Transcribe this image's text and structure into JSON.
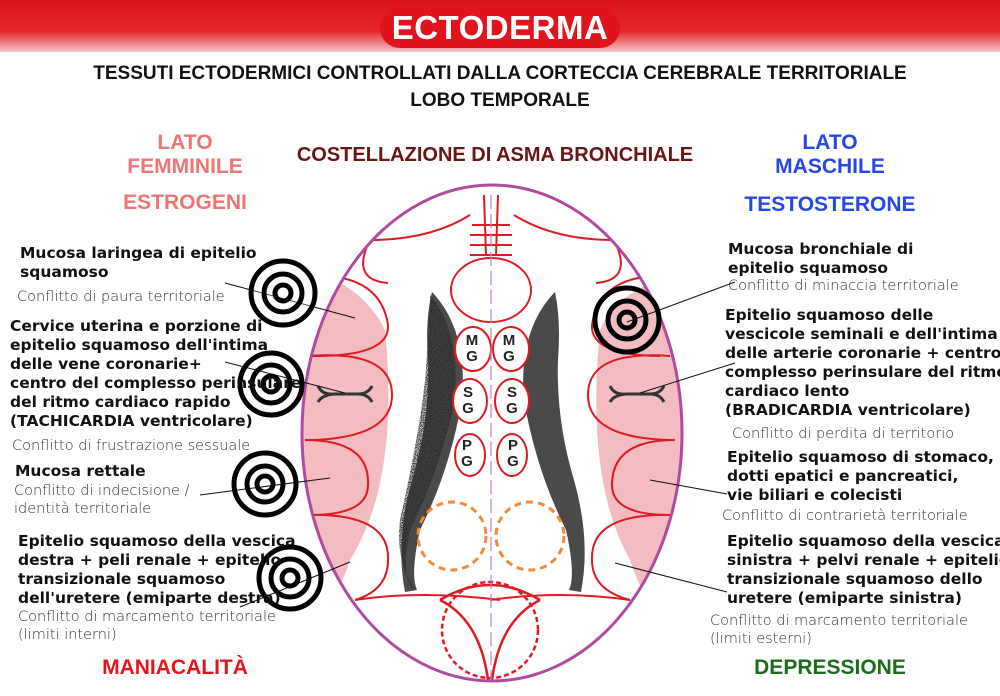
{
  "header": {
    "title": "ECTODERMA",
    "subtitle_line1": "TESSUTI ECTODERMICI CONTROLLATI DALLA CORTECCIA CEREBRALE TERRITORIALE",
    "subtitle_line2": "LOBO TEMPORALE"
  },
  "center_title": "COSTELLAZIONE DI ASMA BRONCHIALE",
  "left": {
    "side_line1": "LATO",
    "side_line2": "FEMMINILE",
    "hormone": "ESTROGENI",
    "footer": "MANIACALITÀ",
    "items": [
      {
        "tissue": "Mucosa laringea di epitelio\nsquamoso",
        "conflict": "Conflitto di paura territoriale"
      },
      {
        "tissue": "Cervice uterina e porzione di\nepitelio squamoso dell'intima\ndelle vene coronarie+\ncentro del complesso perinsulare\ndel ritmo cardiaco rapido\n(TACHICARDIA ventricolare)",
        "conflict": "Conflitto di frustrazione sessuale"
      },
      {
        "tissue": "Mucosa rettale",
        "conflict": "Conflitto di indecisione /\nidentità territoriale"
      },
      {
        "tissue": "Epitelio squamoso della vescica\ndestra + peli renale + epitelio\ntransizionale squamoso\ndell'uretere (emiparte destra)",
        "conflict": "Conflitto di marcamento territoriale\n(limiti interni)"
      }
    ]
  },
  "right": {
    "side_line1": "LATO",
    "side_line2": "MASCHILE",
    "hormone": "TESTOSTERONE",
    "footer": "DEPRESSIONE",
    "items": [
      {
        "tissue": "Mucosa bronchiale di\nepitelio squamoso",
        "conflict": "Conflitto di minaccia territoriale"
      },
      {
        "tissue": "Epitelio squamoso delle\nvescicole seminali e dell'intima\ndelle arterie coronarie + centro\ncomplesso perinsulare del ritmo\ncardiaco lento\n(BRADICARDIA ventricolare)",
        "conflict": "Conflitto di perdita di territorio"
      },
      {
        "tissue": "Epitelio squamoso di stomaco,\ndotti epatici e pancreatici,\nvie biliari e colecisti",
        "conflict": "Conflitto di contrarietà territoriale"
      },
      {
        "tissue": "Epitelio squamoso della vescica\nsinistra + pelvi renale + epitelio\ntransizionale squamoso dello\nuretere (emiparte sinistra)",
        "conflict": "Conflitto di marcamento territoriale\n(limiti esterni)"
      }
    ]
  },
  "glands": {
    "mg": [
      "M",
      "G"
    ],
    "sg": [
      "S",
      "G"
    ],
    "pg": [
      "P",
      "G"
    ]
  },
  "colors": {
    "banner": "#e0141c",
    "female": "#ef7575",
    "male": "#2746e6",
    "constellation": "#6a1414",
    "maniacal": "#e8141c",
    "depression": "#1d6b1d",
    "brain_outline": "#b04aa0",
    "cortex_line": "#e01a22",
    "active_area": "#f2bcc0"
  }
}
